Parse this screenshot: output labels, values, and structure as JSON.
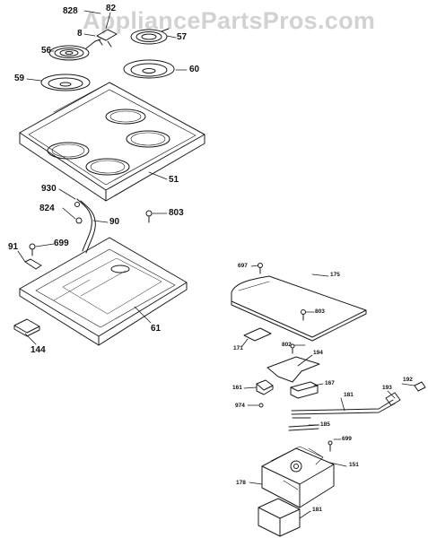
{
  "watermark": "AppliancePartsPros.com",
  "colors": {
    "line": "#1a1a1a",
    "watermark": "#d2d2d2",
    "background": "#ffffff"
  },
  "callouts": {
    "c828": "828",
    "c82": "82",
    "c8": "8",
    "c56": "56",
    "c57": "57",
    "c59": "59",
    "c60": "60",
    "c51": "51",
    "c930": "930",
    "c824": "824",
    "c90": "90",
    "c803a": "803",
    "c91": "91",
    "c699a": "699",
    "c61": "61",
    "c144": "144",
    "c697": "697",
    "c175": "175",
    "c803b": "803",
    "c171": "171",
    "c802": "802",
    "c194": "194",
    "c161": "161",
    "c167": "167",
    "c974": "974",
    "c181": "181",
    "c193": "193",
    "c192": "192",
    "c185": "185",
    "c699b": "699",
    "c151": "151",
    "c178": "178",
    "c181b": "181"
  }
}
